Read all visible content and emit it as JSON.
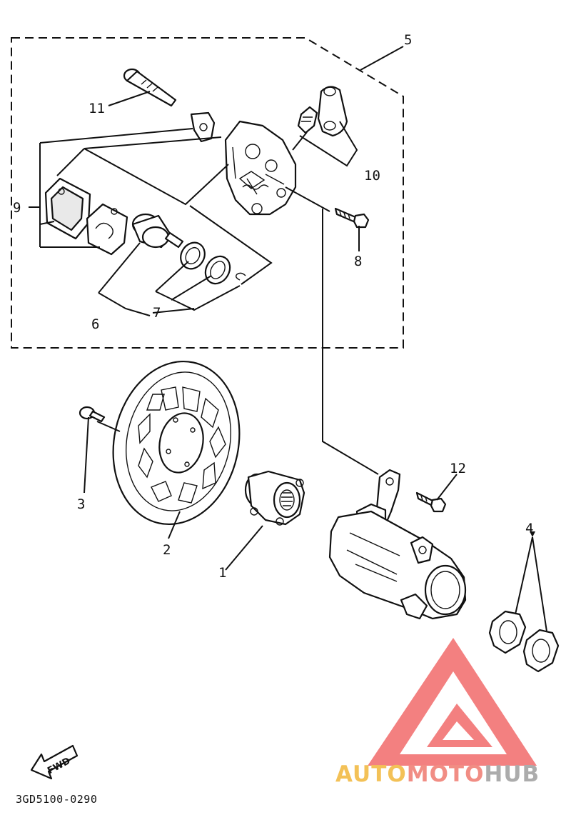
{
  "diagram": {
    "callouts": [
      "1",
      "2",
      "3",
      "4",
      "5",
      "6",
      "7",
      "8",
      "9",
      "10",
      "11",
      "12"
    ],
    "drawing_code": "3GD5100-0290",
    "fwd_label": "FWD"
  },
  "watermark": {
    "part1": "AUTO",
    "part2": "MOTO",
    "part3": "HUB",
    "colors": {
      "auto": "#f2b73a",
      "moto": "#ef7a6f",
      "hub": "#9e9e9e",
      "triangle": "#f26b6b"
    }
  }
}
